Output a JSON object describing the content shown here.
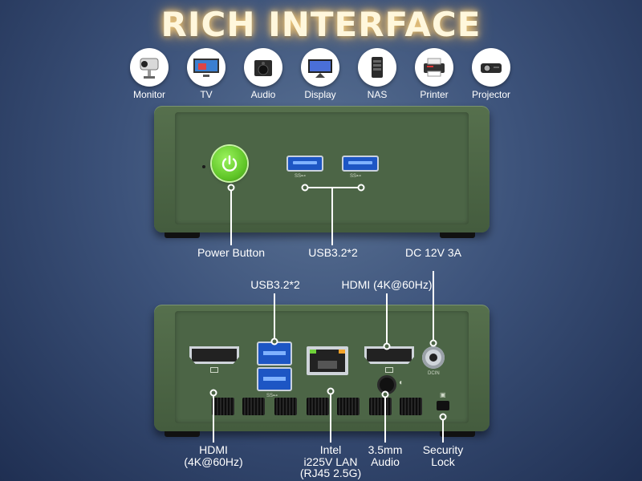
{
  "title": "RICH INTERFACE",
  "devices": [
    {
      "name": "monitor-icon",
      "label": "Monitor"
    },
    {
      "name": "tv-icon",
      "label": "TV"
    },
    {
      "name": "audio-icon",
      "label": "Audio"
    },
    {
      "name": "display-icon",
      "label": "Display"
    },
    {
      "name": "nas-icon",
      "label": "NAS"
    },
    {
      "name": "printer-icon",
      "label": "Printer"
    },
    {
      "name": "projector-icon",
      "label": "Projector"
    }
  ],
  "front": {
    "power_label": "Power Button",
    "usb_label": "USB3.2*2",
    "usb_tag": "SS⊷",
    "dc_label": "DC 12V 3A"
  },
  "rear": {
    "usb_label": "USB3.2*2",
    "usb_tag": "SS⊷",
    "hdmi_right_label": "HDMI (4K@60Hz)",
    "hdmi_left_label_1": "HDMI",
    "hdmi_left_label_2": "(4K@60Hz)",
    "lan_label_1": "Intel",
    "lan_label_2": "i225V LAN",
    "lan_label_3": "(RJ45 2.5G)",
    "audio_label_1": "3.5mm",
    "audio_label_2": "Audio",
    "lock_label_1": "Security",
    "lock_label_2": "Lock",
    "dcin_tag": "DCIN"
  },
  "colors": {
    "chassis": "#4c6546",
    "power_green": "#6fd23a",
    "usb_blue": "#1d56c4",
    "title_glow": "#ffb84d"
  }
}
